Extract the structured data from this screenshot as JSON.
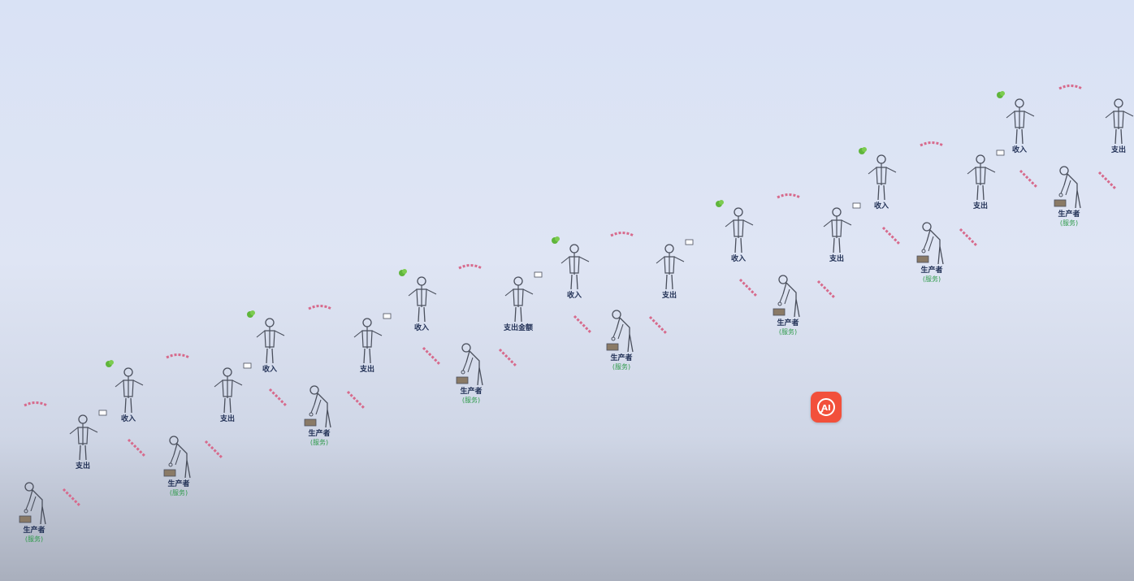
{
  "labels": {
    "income": "收入",
    "expense": "支出",
    "expense_alt": "支出金额",
    "producer": "生产者",
    "producer_sub": "(服务)"
  },
  "badge": {
    "text": "AI",
    "color": "#f2503b",
    "icon": "ai-logo-icon"
  },
  "colors": {
    "figure": "#4a4f5c",
    "arrow": "#d76a8c",
    "money": "#5fb53b",
    "label": "#233257",
    "sublabel": "#2e9a4a"
  }
}
